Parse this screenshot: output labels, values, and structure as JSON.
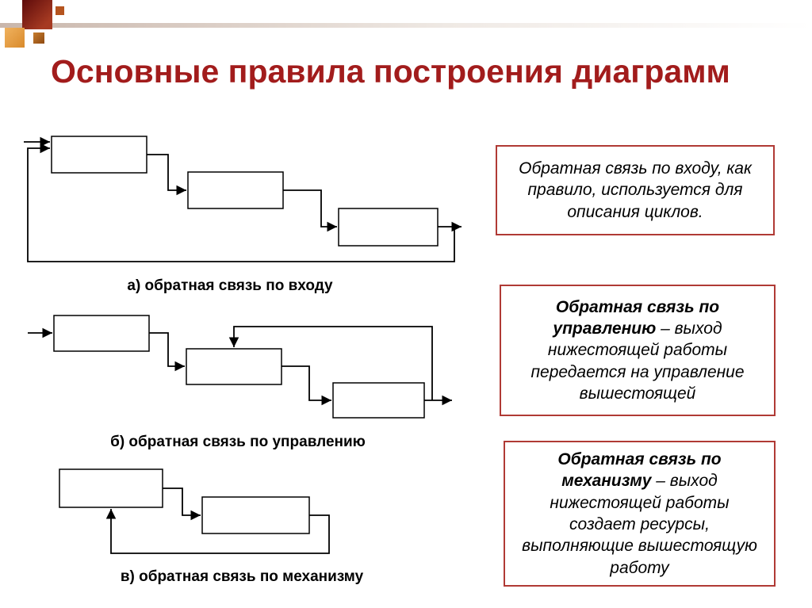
{
  "slide": {
    "title": "Основные правила построения диаграмм"
  },
  "diagrams": {
    "a": {
      "caption": "а) обратная связь по входу"
    },
    "b": {
      "caption": "б) обратная связь по управлению"
    },
    "c": {
      "caption": "в) обратная связь по механизму"
    }
  },
  "notes": {
    "input": {
      "lead": "Обратная связь по входу",
      "rest": ", как правило, используется для описания циклов."
    },
    "control": {
      "lead": "Обратная связь по управлению",
      "rest": " – выход нижестоящей работы передается на управление вышестоящей"
    },
    "mechanism": {
      "lead": "Обратная связь по механизму",
      "rest": " – выход нижестоящей работы создает ресурсы, выполняющие вышестоящую работу"
    }
  },
  "colors": {
    "title": "#a21c1c",
    "note_border": "#b03a35",
    "ornament_dark": "#5e0b0b",
    "ornament_orange": "#d98a2b"
  }
}
